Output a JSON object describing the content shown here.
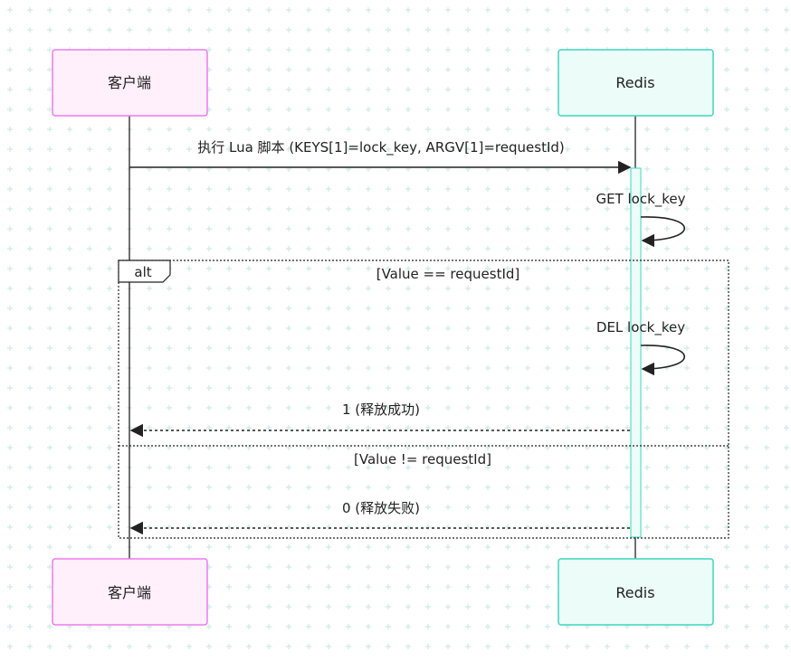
{
  "participants": {
    "client": {
      "name": "客户端",
      "fill": "#fff0fb",
      "stroke": "#ea7bf0"
    },
    "redis": {
      "name": "Redis",
      "fill": "#ecfcf8",
      "stroke": "#3bd6bd"
    }
  },
  "messages": {
    "m1": "执行 Lua 脚本 (KEYS[1]=lock_key, ARGV[1]=requestId)",
    "m2": "GET lock_key",
    "m3": "DEL lock_key",
    "m4": "1 (释放成功)",
    "m5": "0 (释放失败)"
  },
  "alt": {
    "keyword": "alt",
    "branch1": "[Value == requestId]",
    "branch2": "[Value != requestId]"
  },
  "colors": {
    "line": "#222222",
    "activation": "#3bd6bd",
    "grid_plus": "#cdebe6"
  }
}
